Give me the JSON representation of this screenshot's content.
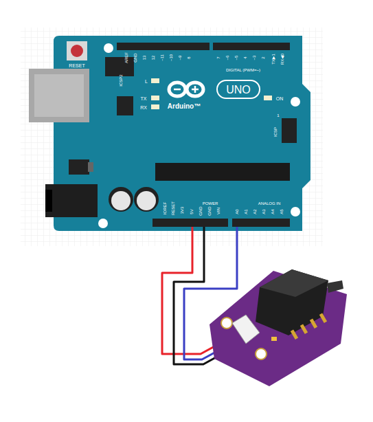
{
  "diagram": {
    "labels": [
      "RESET",
      "ICSP2",
      "AREF",
      "GND",
      "13",
      "12",
      "~11",
      "~10",
      "~9",
      "8",
      "7",
      "~6",
      "~5",
      "4",
      "~3",
      "2",
      "TX▶1",
      "RX◀0",
      "DIGITAL (PWM=~)",
      "L",
      "TX",
      "RX",
      "UNO",
      "Arduino™",
      "ON",
      "ICSP",
      "1",
      "IOREF",
      "RESET",
      "3V3",
      "5V",
      "GND",
      "GND",
      "VIN",
      "POWER",
      "ANALOG IN",
      "A0",
      "A1",
      "A2",
      "A3",
      "A4",
      "A5"
    ]
  }
}
